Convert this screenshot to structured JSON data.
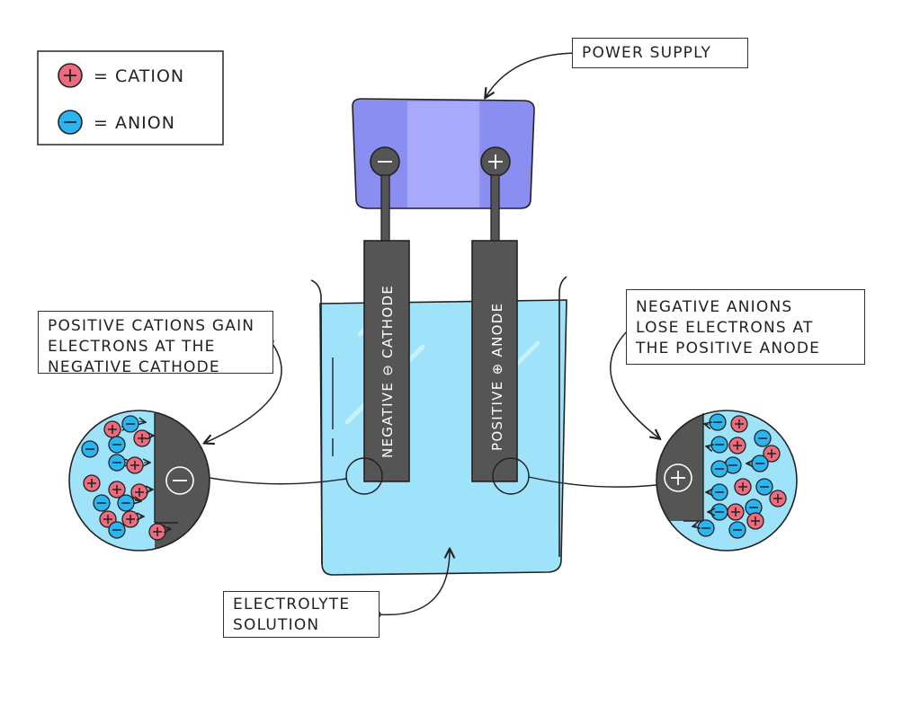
{
  "legend": {
    "cation_label": "= CATION",
    "anion_label": "= ANION",
    "cation_symbol": "+",
    "anion_symbol": "−"
  },
  "labels": {
    "power_supply": "POWER SUPPLY",
    "cathode_callout": [
      "POSITIVE CATIONS GAIN",
      "ELECTRONS AT THE",
      "NEGATIVE CATHODE"
    ],
    "anode_callout": [
      "NEGATIVE ANIONS",
      "LOSE ELECTRONS AT",
      "THE POSITIVE ANODE"
    ],
    "electrolyte": [
      "ELECTROLYTE",
      "SOLUTION"
    ]
  },
  "electrodes": {
    "cathode_text": "NEGATIVE ⊖ CATHODE",
    "anode_text": "POSITIVE ⊕ ANODE",
    "cathode_terminal": "−",
    "anode_terminal": "+"
  },
  "colors": {
    "cation": "#ee6b7e",
    "anion": "#29b6f0",
    "solution": "#9fe3fb",
    "electrode": "#555555",
    "power_supply_dark": "#8a8ef0",
    "power_supply_light": "#a9a9fb"
  }
}
